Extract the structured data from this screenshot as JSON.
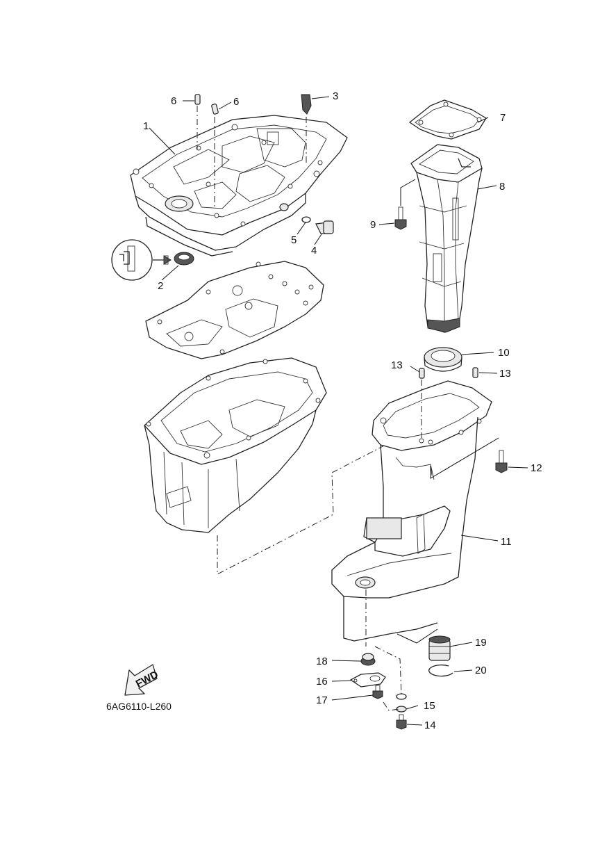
{
  "diagram": {
    "code": "6AG6110-L260",
    "fwd_label": "FWD",
    "callouts": [
      "1",
      "2",
      "3",
      "4",
      "5",
      "6",
      "6",
      "7",
      "8",
      "9",
      "10",
      "11",
      "12",
      "13",
      "13",
      "14",
      "15",
      "16",
      "17",
      "18",
      "19",
      "20"
    ]
  }
}
